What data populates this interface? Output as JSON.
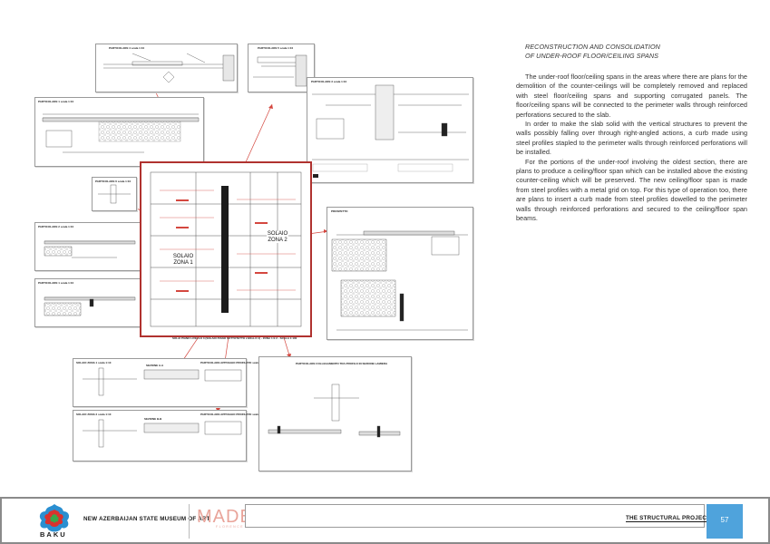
{
  "text": {
    "title_line1": "RECONSTRUCTION AND CONSOLIDATION",
    "title_line2": "OF UNDER-ROOF FLOOR/CEILING SPANS",
    "paragraphs": [
      "The under-roof floor/ceiling spans in the areas where there are plans for the demolition of the counter-ceilings will be completely removed and replaced with steel floor/ceiling spans and supporting corrugated panels. The floor/ceiling spans will be connected to the perimeter walls through reinforced perforations secured to the slab.",
      "In order to make the slab solid with the vertical structures to prevent the walls possibly falling over through right-angled actions, a curb made using steel profiles stapled to the perimeter walls through reinforced perforations will be installed.",
      "For the portions of the under-roof involving the oldest section, there are plans to produce a ceiling/floor span which can be installed above the existing counter-ceiling which will be preserved. The new ceiling/floor span is made from steel profiles with a metal grid on top. For this type of operation too, there are plans to insert a curb made from steel profiles dowelled to the perimeter walls through reinforced perforations and secured to the ceiling/floor span beams."
    ]
  },
  "drawings": {
    "plan_caption": "SOLAI PIANO LIVELLO 3 (SOLAIO PIANO SOTTOTETTO LIVELLO 4) - ZONA 1 E 2 - SCALA 1:100",
    "zone_1": "SOLAIO ZONA 1",
    "zone_2": "SOLAIO ZONA 2",
    "detail_labels": [
      "PARTICOLARE 4 scala 1:10",
      "PARTICOLARE 5 scala 1:10",
      "PARTICOLARE 1 scala 1:10",
      "PARTICOLARE 2 scala 1:10",
      "PARTICOLARE 3 scala 1:10",
      "PARTICOLARE 6 scala 1:10",
      "SOLAIO ZONA 1 scala 1:10",
      "SOLAIO ZONA 2 scala 1:10",
      "PARTICOLARE COLLEGAMENTO TRA PROFILO IN SEZIONE LAMIERA",
      "SEZIONE A-A",
      "SEZIONE B-B",
      "PROSPETTO",
      "PARTICOLARE APPOGGIO PROFILATO scala 1:10"
    ]
  },
  "footer": {
    "city": "BAKU",
    "museum": "NEW AZERBAIJAN STATE MUSEUM OF ART",
    "made_logo": "MADE",
    "made_sub": "FLORENCE",
    "section": "THE STRUCTURAL PROJECT",
    "page": "57"
  },
  "colors": {
    "accent_red": "#b0322f",
    "page_blue": "#4fa3dc",
    "made_pink": "#e9a49a",
    "footer_border": "#8a8a8a"
  }
}
